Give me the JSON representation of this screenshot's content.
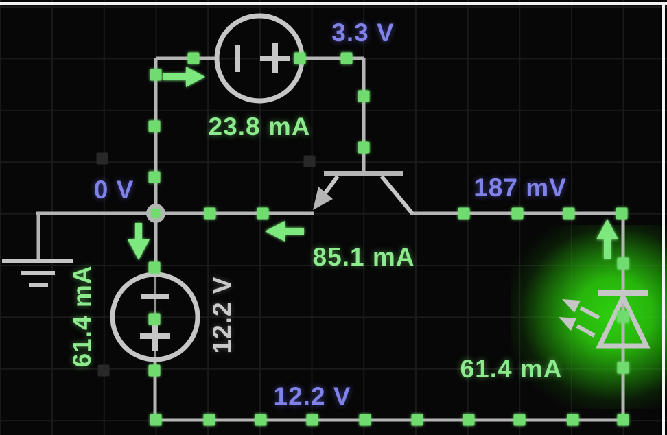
{
  "app": {
    "type": "circuit-simulator-canvas"
  },
  "colors": {
    "background": "#070707",
    "grid_line": "#1a1a1a",
    "wire": "#b5b5b5",
    "component": "#c6c6c6",
    "current_dot": "#6fdc6f",
    "current_arrow": "#7de87d",
    "voltage_label": "#8181ea",
    "current_label": "#8dea8d",
    "neutral_label": "#c9c9c9",
    "led_glow": "#2ed50e",
    "frame": "#f2f2f2"
  },
  "labels": {
    "top_voltage": "3.3 V",
    "top_source_current": "23.8 mA",
    "ground_node_voltage": "0 V",
    "collector_node_voltage": "187 mV",
    "emitter_current": "85.1 mA",
    "left_branch_current": "61.4 mA",
    "left_source_voltage": "12.2 V",
    "led_current": "61.4 mA",
    "bottom_node_voltage": "12.2 V"
  },
  "components": {
    "top_voltage_source": "voltage-source",
    "left_voltage_source": "voltage-source",
    "transistor": "bjt-transistor",
    "led": "led-lit",
    "ground": "ground"
  }
}
